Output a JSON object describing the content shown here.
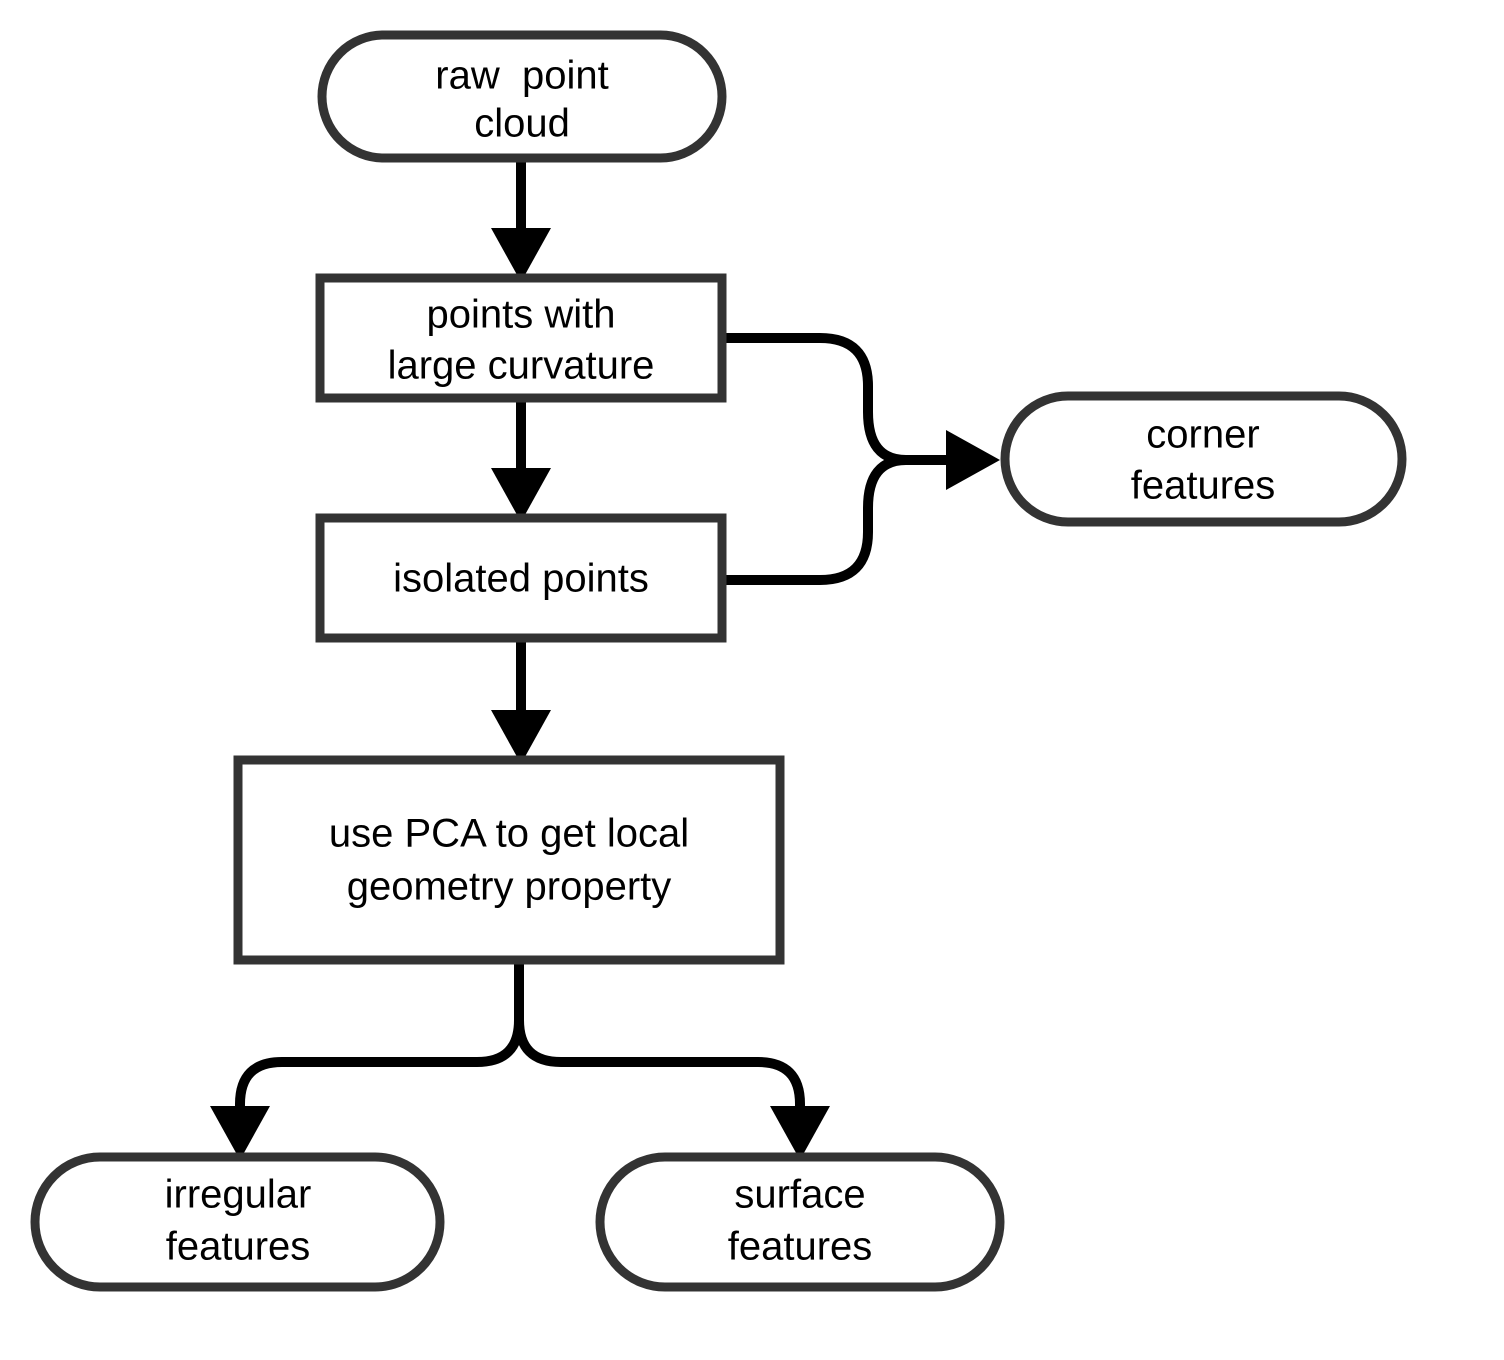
{
  "diagram": {
    "title": "point cloud feature extraction flowchart",
    "background_color": "#ffffff",
    "node_border_color": "#333333",
    "node_fill_color": "#ffffff",
    "connector_color": "#000000",
    "text_color": "#000000"
  },
  "nodes": {
    "raw_point_cloud": {
      "shape": "stadium",
      "line1": "raw  point",
      "line2": "cloud"
    },
    "large_curvature": {
      "shape": "rectangle",
      "line1": "points with",
      "line2": "large curvature"
    },
    "isolated_points": {
      "shape": "rectangle",
      "line1": "isolated points",
      "line2": ""
    },
    "corner_features": {
      "shape": "stadium",
      "line1": "corner",
      "line2": "features"
    },
    "pca": {
      "shape": "rectangle",
      "line1": "use PCA to get local",
      "line2": "geometry property"
    },
    "irregular_features": {
      "shape": "stadium",
      "line1": "irregular",
      "line2": "features"
    },
    "surface_features": {
      "shape": "stadium",
      "line1": "surface",
      "line2": "features"
    }
  },
  "edges": [
    {
      "id": "e1",
      "from": "raw_point_cloud",
      "to": "large_curvature",
      "label": ""
    },
    {
      "id": "e2",
      "from": "large_curvature",
      "to": "isolated_points",
      "label": ""
    },
    {
      "id": "e3",
      "from": "large_curvature",
      "to": "corner_features",
      "label": ""
    },
    {
      "id": "e4",
      "from": "isolated_points",
      "to": "corner_features",
      "label": ""
    },
    {
      "id": "e5",
      "from": "isolated_points",
      "to": "pca",
      "label": ""
    },
    {
      "id": "e6",
      "from": "pca",
      "to": "irregular_features",
      "label": ""
    },
    {
      "id": "e7",
      "from": "pca",
      "to": "surface_features",
      "label": ""
    }
  ]
}
